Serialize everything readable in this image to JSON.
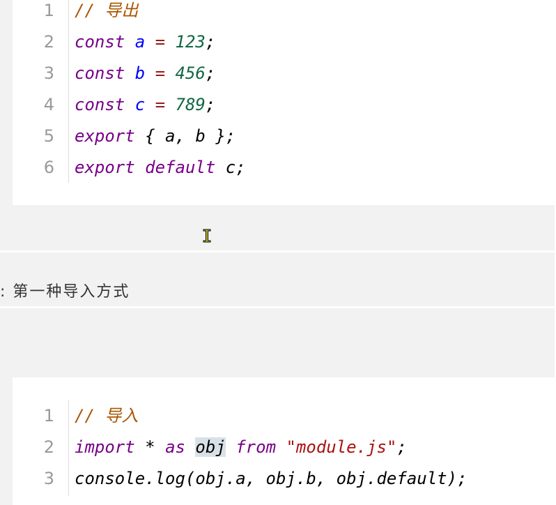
{
  "export_block": {
    "lines": [
      {
        "n": "1",
        "tokens": [
          {
            "t": "// 导出",
            "c": "cm"
          }
        ]
      },
      {
        "n": "2",
        "tokens": [
          {
            "t": "const",
            "c": "kw"
          },
          {
            "t": " "
          },
          {
            "t": "a",
            "c": "def"
          },
          {
            "t": " "
          },
          {
            "t": "=",
            "c": "op"
          },
          {
            "t": " "
          },
          {
            "t": "123",
            "c": "num"
          },
          {
            "t": ";",
            "c": "plain"
          }
        ]
      },
      {
        "n": "3",
        "tokens": [
          {
            "t": "const",
            "c": "kw"
          },
          {
            "t": " "
          },
          {
            "t": "b",
            "c": "def"
          },
          {
            "t": " "
          },
          {
            "t": "=",
            "c": "op"
          },
          {
            "t": " "
          },
          {
            "t": "456",
            "c": "num"
          },
          {
            "t": ";",
            "c": "plain"
          }
        ]
      },
      {
        "n": "4",
        "tokens": [
          {
            "t": "const",
            "c": "kw"
          },
          {
            "t": " "
          },
          {
            "t": "c",
            "c": "def"
          },
          {
            "t": " "
          },
          {
            "t": "=",
            "c": "op"
          },
          {
            "t": " "
          },
          {
            "t": "789",
            "c": "num"
          },
          {
            "t": ";",
            "c": "plain"
          }
        ]
      },
      {
        "n": "5",
        "tokens": [
          {
            "t": "export",
            "c": "kw"
          },
          {
            "t": " "
          },
          {
            "t": "{",
            "c": "plain"
          },
          {
            "t": " a, b ",
            "c": "plain"
          },
          {
            "t": "}",
            "c": "plain"
          },
          {
            "t": ";",
            "c": "plain"
          }
        ]
      },
      {
        "n": "6",
        "tokens": [
          {
            "t": "export",
            "c": "kw"
          },
          {
            "t": " "
          },
          {
            "t": "default",
            "c": "kw"
          },
          {
            "t": " "
          },
          {
            "t": "c;",
            "c": "plain"
          }
        ]
      }
    ]
  },
  "heading": {
    "text": ": 第一种导入方式"
  },
  "import_block": {
    "lines": [
      {
        "n": "1",
        "tokens": [
          {
            "t": "// 导入",
            "c": "cm"
          }
        ]
      },
      {
        "n": "2",
        "tokens": [
          {
            "t": "import",
            "c": "kw"
          },
          {
            "t": " "
          },
          {
            "t": "*",
            "c": "plain"
          },
          {
            "t": " "
          },
          {
            "t": "as",
            "c": "kw"
          },
          {
            "t": " "
          },
          {
            "t": "obj",
            "c": "plain hl"
          },
          {
            "t": " "
          },
          {
            "t": "from",
            "c": "kw"
          },
          {
            "t": " "
          },
          {
            "t": "\"module.js\"",
            "c": "str"
          },
          {
            "t": ";",
            "c": "plain"
          }
        ]
      },
      {
        "n": "3",
        "tokens": [
          {
            "t": "console.log(obj.a, obj.b, obj.default);",
            "c": "plain"
          }
        ]
      }
    ]
  },
  "colors": {
    "keyword": "#770088",
    "variable": "#0000ff",
    "operator": "#981a1a",
    "number": "#116644",
    "string": "#aa1111",
    "comment": "#aa5500",
    "background": "#f2f2f2",
    "code_background": "#ffffff"
  }
}
